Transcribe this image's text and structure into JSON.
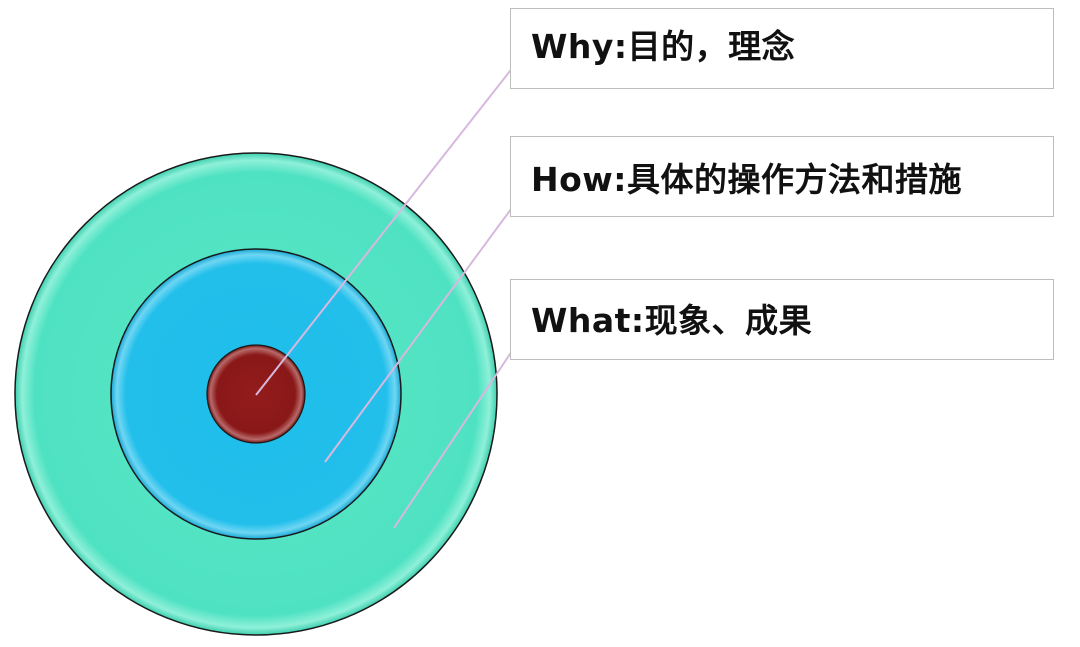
{
  "labels": {
    "why": "Why:目的，理念",
    "how": "How:具体的操作方法和措施",
    "what": "What:现象、成果"
  },
  "colors": {
    "outer_ring": "#50e3c2",
    "middle_ring": "#1fbdea",
    "core": "#8b1a1a",
    "connector": "#d7b8de",
    "box_border": "#bdbdbd"
  }
}
